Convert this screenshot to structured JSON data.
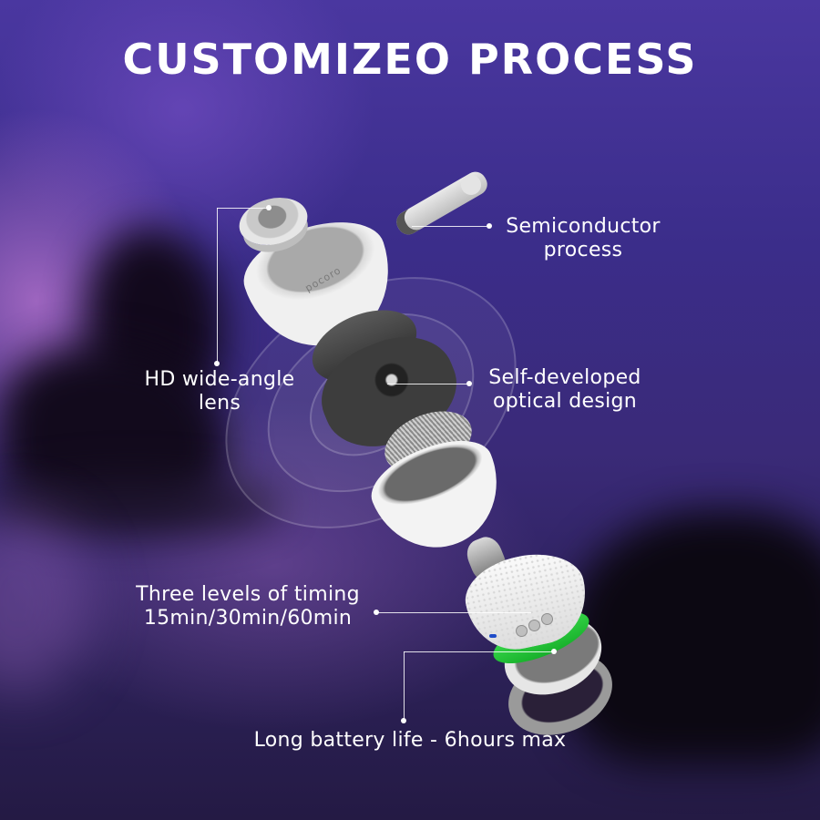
{
  "title": "CUSTOMIZEO PROCESS",
  "product": {
    "logo_text": "pocoro"
  },
  "callouts": {
    "semiconductor": {
      "line1": "Semiconductor",
      "line2": "process"
    },
    "lens": {
      "line1": "HD wide-angle",
      "line2": "lens"
    },
    "optical": {
      "line1": "Self-developed",
      "line2": "optical design"
    },
    "timing": {
      "line1": "Three levels of timing",
      "line2": "15min/30min/60min"
    },
    "battery": {
      "line1": "Long battery life - 6hours max"
    }
  },
  "colors": {
    "background_top": "#4a37a0",
    "background_bottom": "#241a44",
    "text": "#ffffff",
    "battery_ring": "#2fd040",
    "led": "#1e4cc8"
  }
}
